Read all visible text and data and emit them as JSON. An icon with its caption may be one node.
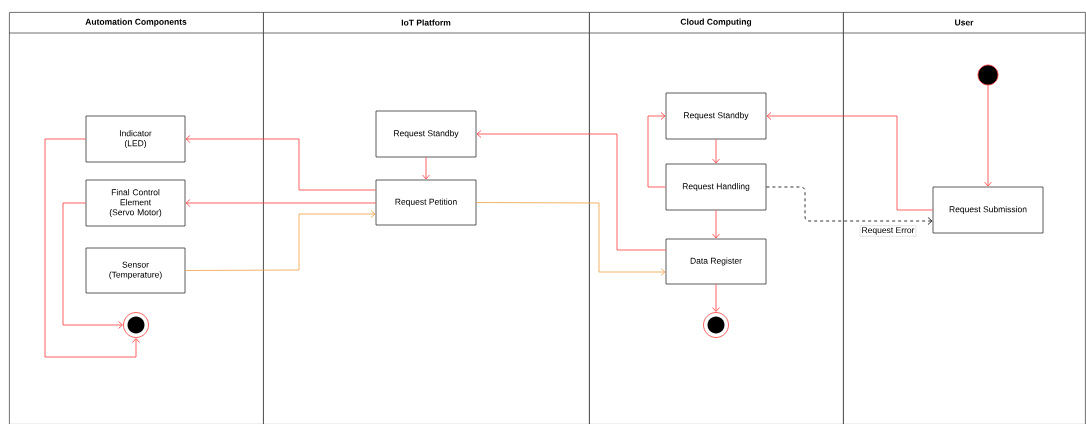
{
  "diagram": {
    "nodes": [
      {
        "text": [
          "Automation Components"
        ]
      },
      {
        "text": [
          "IoT Platform"
        ]
      },
      {
        "text": [
          "Cloud Computing"
        ]
      },
      {
        "text": [
          "User"
        ]
      },
      {
        "text": [
          "Indicator (LED)"
        ],
        "in": 0
      },
      {
        "text": [
          "Final Control Element (Servo Motor)"
        ],
        "in": 0
      },
      {
        "text": [
          "Sensor (Temperature)"
        ],
        "in": 0
      },
      {
        "text": [],
        "shape": "circle",
        "in": 0
      },
      {
        "text": [
          "Request Standby"
        ],
        "in": 1
      },
      {
        "text": [
          "Request Petition"
        ],
        "in": 1
      },
      {
        "text": [
          "Request Standby"
        ],
        "in": 2
      },
      {
        "text": [
          "Request Handling"
        ],
        "in": 2
      },
      {
        "text": [
          "Data Register"
        ],
        "in": 2
      },
      {
        "text": [],
        "shape": "circle",
        "in": 2
      },
      {
        "text": [],
        "shape": "circle",
        "in": 3
      },
      {
        "text": [
          "Request Submission"
        ],
        "in": 3
      }
    ],
    "edges": [
      {
        "from": 14,
        "to": 15,
        "arrow": "to"
      },
      {
        "from": 15,
        "to": 10,
        "arrow": "to"
      },
      {
        "from": 10,
        "to": 11,
        "arrow": "to"
      },
      {
        "from": 11,
        "to": 10,
        "arrow": "to"
      },
      {
        "from": 11,
        "to": 15,
        "arrow": "to",
        "label": "Request Error",
        "style": "dashed",
        "color": "#000000"
      },
      {
        "from": 11,
        "to": 12,
        "arrow": "to"
      },
      {
        "from": 12,
        "to": 13,
        "arrow": "to"
      },
      {
        "from": 12,
        "to": 8,
        "arrow": "to"
      },
      {
        "from": 8,
        "to": 9,
        "arrow": "to"
      },
      {
        "from": 9,
        "to": 4,
        "arrow": "to"
      },
      {
        "from": 9,
        "to": 5,
        "arrow": "to"
      },
      {
        "from": 6,
        "to": 9,
        "arrow": "to",
        "color": "#f0a040"
      },
      {
        "from": 9,
        "to": 12,
        "arrow": "to",
        "color": "#f0a040"
      },
      {
        "from": 4,
        "to": 7,
        "arrow": "to"
      },
      {
        "from": 5,
        "to": 7,
        "arrow": "to"
      }
    ]
  }
}
